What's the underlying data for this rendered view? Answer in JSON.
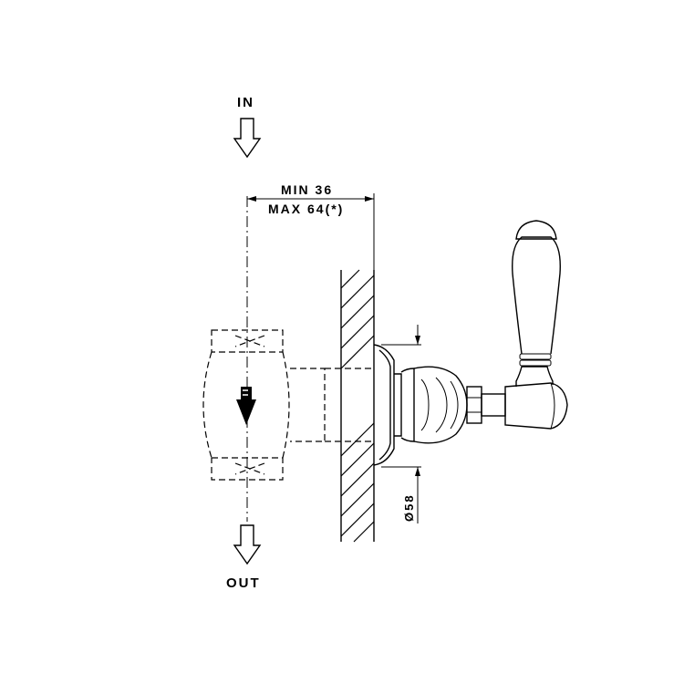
{
  "labels": {
    "inlet": "IN",
    "outlet": "OUT",
    "dim_min": "MIN 36",
    "dim_max": "MAX 64(*)",
    "diameter": "Ø58"
  },
  "colors": {
    "line": "#000000",
    "background": "#ffffff"
  }
}
